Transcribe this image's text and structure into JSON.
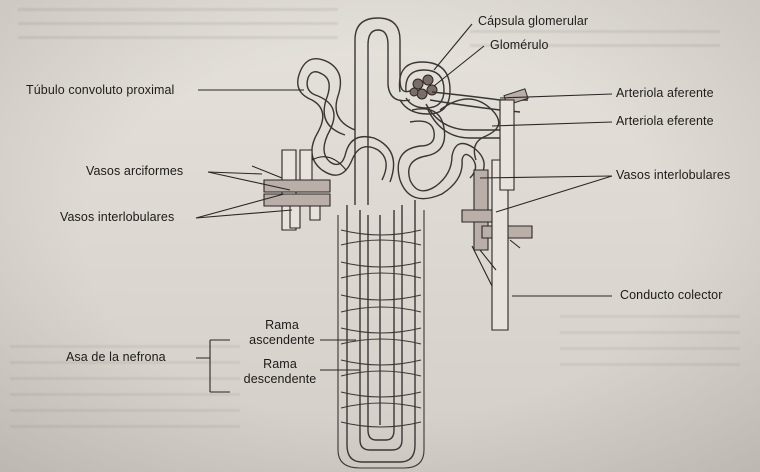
{
  "labels": {
    "capsula": "Cápsula glomerular",
    "glomerulo": "Glomérulo",
    "tubulo": "Túbulo convoluto proximal",
    "arteriola_aferente": "Arteriola aferente",
    "arteriola_eferente": "Arteriola eferente",
    "vasos_arciformes": "Vasos arciformes",
    "vasos_interlobulares_left": "Vasos interlobulares",
    "vasos_interlobulares_right": "Vasos interlobulares",
    "conducto_colector": "Conducto colector",
    "rama_ascendente_1": "Rama",
    "rama_ascendente_2": "ascendente",
    "rama_descendente_1": "Rama",
    "rama_descendente_2": "descendente",
    "asa": "Asa de la nefrona"
  },
  "colors": {
    "background": "#ddd8d2",
    "line": "#3a3634",
    "vessel_fill": "#b9aea8"
  }
}
